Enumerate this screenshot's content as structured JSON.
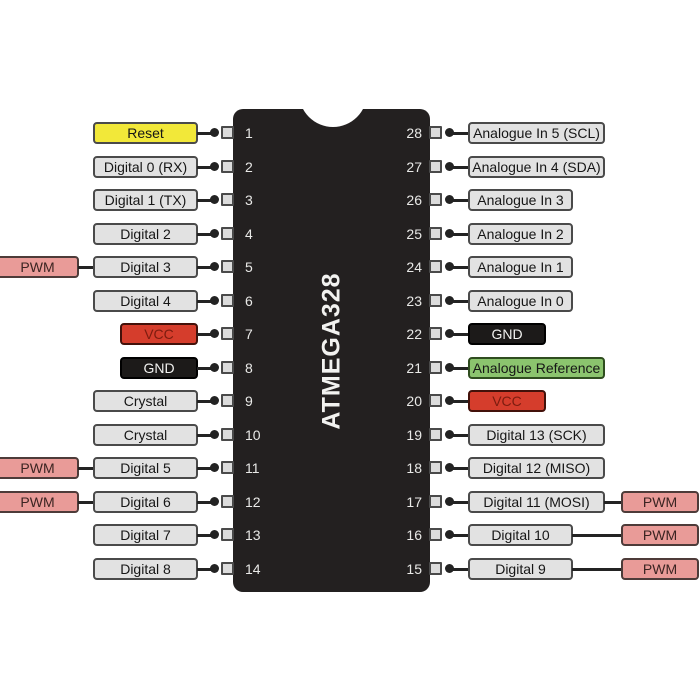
{
  "diagram": {
    "chip_label": "ATMEGA328",
    "pwm_label": "PWM",
    "colors": {
      "background": "#ffffff",
      "chip_body": "#232020",
      "box_gray": "#e2e2e2",
      "box_yellow": "#f2e839",
      "box_red": "#d53d2c",
      "box_black": "#1c1a19",
      "box_green": "#8bc46e",
      "box_pink": "#e99b98",
      "border_gray": "#4a4a4a",
      "border_red": "#43110a",
      "border_green": "#2f4d1f",
      "border_pink": "#4d3b39",
      "connector_line": "#232323",
      "text_dark": "#161616",
      "text_vcc": "#7c1c0f",
      "text_light": "#f2f2f0",
      "pin_number": "#e9e9e7"
    },
    "pins": {
      "left": [
        {
          "num": "1",
          "label": "Reset",
          "type": "reset"
        },
        {
          "num": "2",
          "label": "Digital 0 (RX)",
          "type": "digital"
        },
        {
          "num": "3",
          "label": "Digital 1 (TX)",
          "type": "digital"
        },
        {
          "num": "4",
          "label": "Digital 2",
          "type": "digital"
        },
        {
          "num": "5",
          "label": "Digital 3",
          "type": "digital",
          "pwm": true
        },
        {
          "num": "6",
          "label": "Digital 4",
          "type": "digital"
        },
        {
          "num": "7",
          "label": "VCC",
          "type": "vcc"
        },
        {
          "num": "8",
          "label": "GND",
          "type": "gnd"
        },
        {
          "num": "9",
          "label": "Crystal",
          "type": "crystal"
        },
        {
          "num": "10",
          "label": "Crystal",
          "type": "crystal"
        },
        {
          "num": "11",
          "label": "Digital 5",
          "type": "digital",
          "pwm": true
        },
        {
          "num": "12",
          "label": "Digital 6",
          "type": "digital",
          "pwm": true
        },
        {
          "num": "13",
          "label": "Digital 7",
          "type": "digital"
        },
        {
          "num": "14",
          "label": "Digital 8",
          "type": "digital"
        }
      ],
      "right": [
        {
          "num": "28",
          "label": "Analogue In 5 (SCL)",
          "type": "analog",
          "wide": true
        },
        {
          "num": "27",
          "label": "Analogue In 4 (SDA)",
          "type": "analog",
          "wide": true
        },
        {
          "num": "26",
          "label": "Analogue In 3",
          "type": "analog"
        },
        {
          "num": "25",
          "label": "Analogue In 2",
          "type": "analog"
        },
        {
          "num": "24",
          "label": "Analogue In 1",
          "type": "analog"
        },
        {
          "num": "23",
          "label": "Analogue In 0",
          "type": "analog"
        },
        {
          "num": "22",
          "label": "GND",
          "type": "gnd"
        },
        {
          "num": "21",
          "label": "Analogue Reference",
          "type": "aref",
          "wide": true
        },
        {
          "num": "20",
          "label": "VCC",
          "type": "vcc"
        },
        {
          "num": "19",
          "label": "Digital 13 (SCK)",
          "type": "digital",
          "wide": true
        },
        {
          "num": "18",
          "label": "Digital 12 (MISO)",
          "type": "digital",
          "wide": true
        },
        {
          "num": "17",
          "label": "Digital 11 (MOSI)",
          "type": "digital",
          "wide": true,
          "pwm": true
        },
        {
          "num": "16",
          "label": "Digital 10",
          "type": "digital",
          "pwm": true
        },
        {
          "num": "15",
          "label": "Digital 9",
          "type": "digital",
          "pwm": true
        }
      ]
    }
  }
}
